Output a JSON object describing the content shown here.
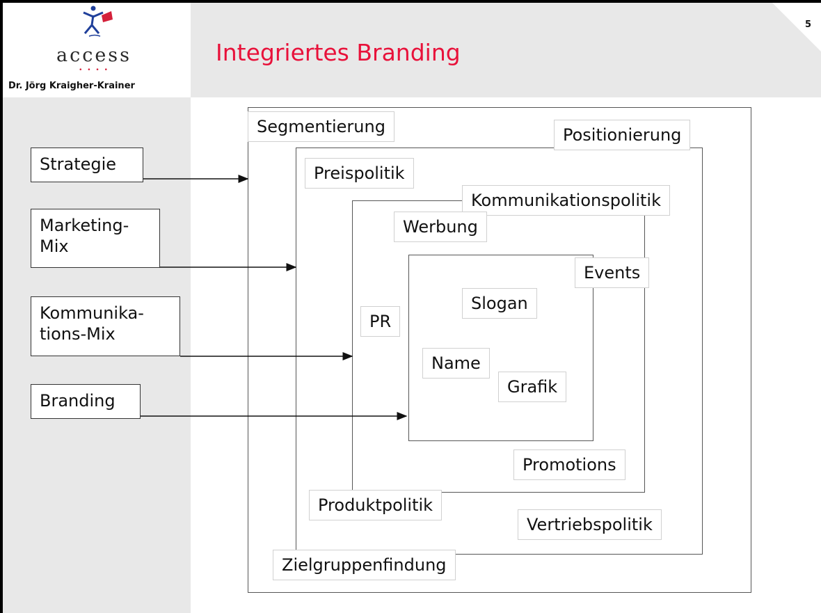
{
  "logo": {
    "wordmark": "access",
    "dots": "• • • •",
    "author": "Dr. Jörg Kraigher-Krainer"
  },
  "slide": {
    "title": "Integriertes Branding",
    "page_number": "5"
  },
  "levels": [
    {
      "id": "strategie",
      "label": "Strategie"
    },
    {
      "id": "marketing_mix",
      "label": "Marketing-Mix"
    },
    {
      "id": "kommunikations_mix",
      "label": "Kommunika-tions-Mix"
    },
    {
      "id": "branding",
      "label": "Branding"
    }
  ],
  "side_labels": {
    "strategie": "Strategie",
    "marketing_mix_1": "Marketing-",
    "marketing_mix_2": "Mix",
    "kommunikations_mix_1": "Kommunika-",
    "kommunikations_mix_2": "tions-Mix",
    "branding": "Branding"
  },
  "strategie_labels": {
    "segmentierung": "Segmentierung",
    "positionierung": "Positionierung",
    "zielgruppenfindung": "Zielgruppenfindung"
  },
  "marketing_mix_labels": {
    "preispolitik": "Preispolitik",
    "kommunikationspolitik": "Kommunikationspolitik",
    "produktpolitik": "Produktpolitik",
    "vertriebspolitik": "Vertriebspolitik"
  },
  "kommunikations_mix_labels": {
    "werbung": "Werbung",
    "events": "Events",
    "pr": "PR",
    "promotions": "Promotions"
  },
  "branding_labels": {
    "slogan": "Slogan",
    "name": "Name",
    "grafik": "Grafik"
  },
  "colors": {
    "title": "#e8113a",
    "band": "#e8e8e8",
    "logo_red": "#d4203a",
    "logo_blue": "#1f3f9a"
  },
  "icons": {
    "logo": "access-logo-figure"
  }
}
